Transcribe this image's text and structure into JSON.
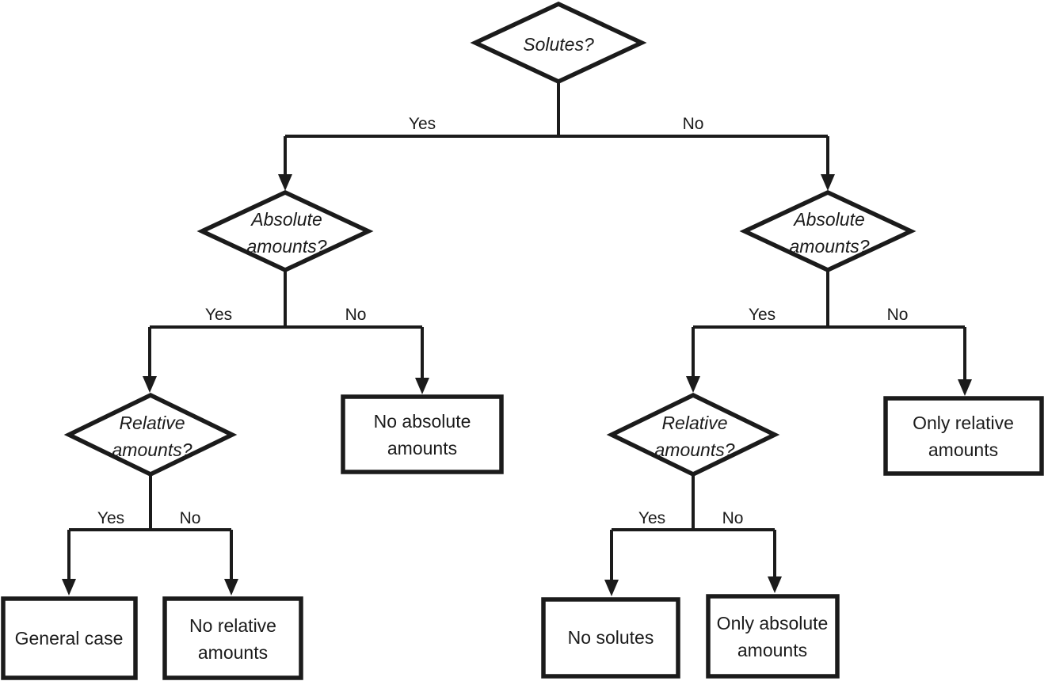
{
  "diagram": {
    "title_hint": "Solutes decision tree",
    "ink_color": "#1b1b1b",
    "background_color": "#ffffff",
    "nodes": {
      "solutes": {
        "type": "decision",
        "line1": "Solutes?"
      },
      "abs_left": {
        "type": "decision",
        "line1": "Absolute",
        "line2": "amounts?"
      },
      "abs_right": {
        "type": "decision",
        "line1": "Absolute",
        "line2": "amounts?"
      },
      "rel_left": {
        "type": "decision",
        "line1": "Relative",
        "line2": "amounts?"
      },
      "rel_right": {
        "type": "decision",
        "line1": "Relative",
        "line2": "amounts?"
      },
      "no_absolute": {
        "type": "result",
        "line1": "No absolute",
        "line2": "amounts"
      },
      "only_relative": {
        "type": "result",
        "line1": "Only relative",
        "line2": "amounts"
      },
      "general_case": {
        "type": "result",
        "line1": "General case"
      },
      "no_relative": {
        "type": "result",
        "line1": "No relative",
        "line2": "amounts"
      },
      "no_solutes": {
        "type": "result",
        "line1": "No solutes"
      },
      "only_absolute": {
        "type": "result",
        "line1": "Only absolute",
        "line2": "amounts"
      }
    },
    "edges": {
      "root_yes": "Yes",
      "root_no": "No",
      "abs_left_yes": "Yes",
      "abs_left_no": "No",
      "abs_right_yes": "Yes",
      "abs_right_no": "No",
      "rel_left_yes": "Yes",
      "rel_left_no": "No",
      "rel_right_yes": "Yes",
      "rel_right_no": "No"
    }
  }
}
